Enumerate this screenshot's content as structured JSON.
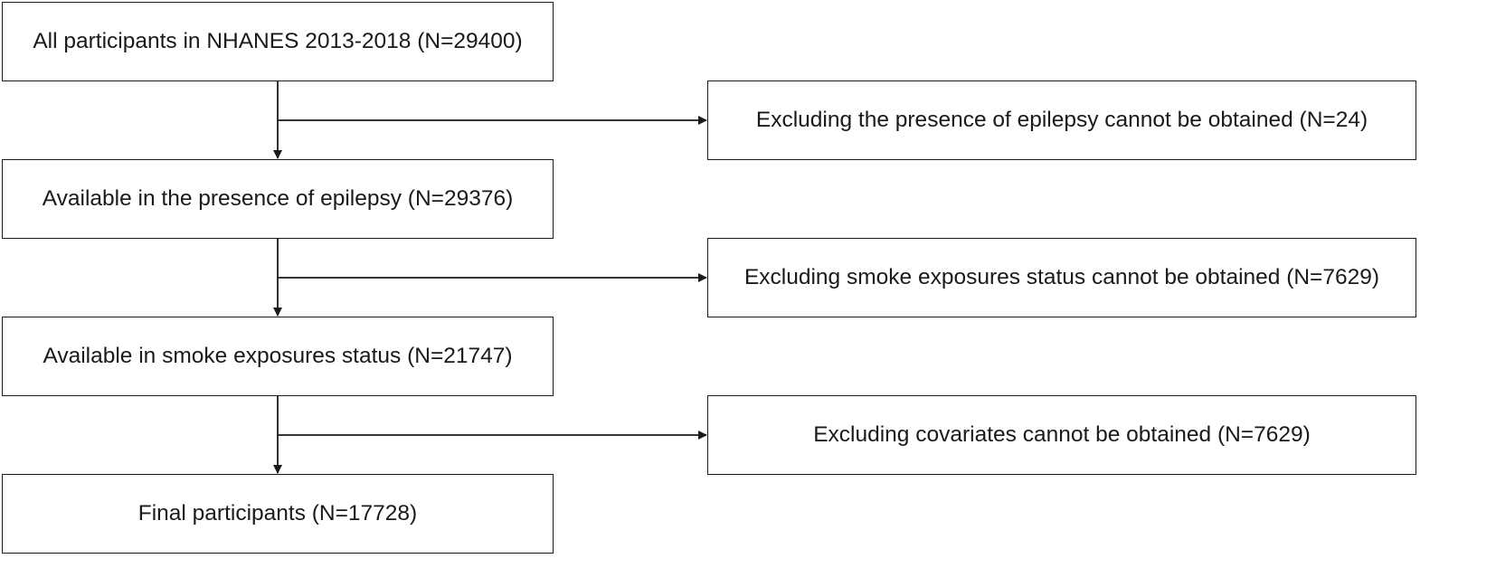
{
  "flow": {
    "main_steps": [
      {
        "label": "All participants in NHANES 2013-2018 (N=29400)"
      },
      {
        "label": "Available in the presence of epilepsy (N=29376)"
      },
      {
        "label": "Available in smoke exposures status (N=21747)"
      },
      {
        "label": "Final participants (N=17728)"
      }
    ],
    "exclusions": [
      {
        "label": "Excluding the presence of epilepsy cannot be obtained (N=24)"
      },
      {
        "label": "Excluding smoke exposures status cannot be obtained (N=7629)"
      },
      {
        "label": "Excluding covariates cannot be obtained (N=7629)"
      }
    ]
  },
  "colors": {
    "stroke": "#1a1a1a",
    "background": "#ffffff"
  }
}
